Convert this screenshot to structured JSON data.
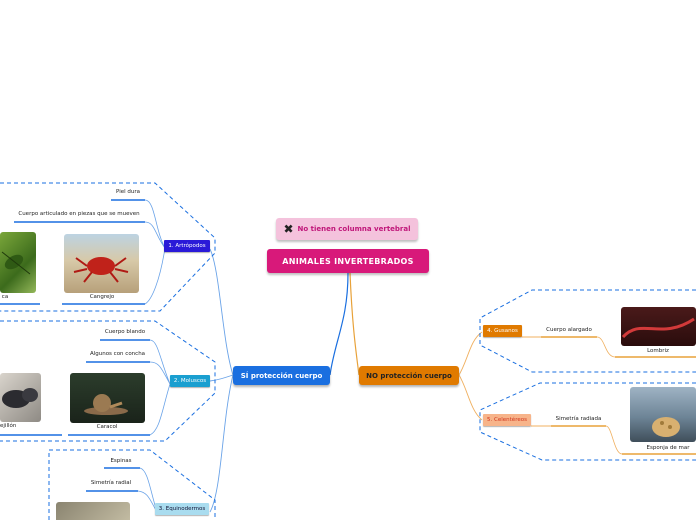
{
  "root": {
    "title": "ANIMALES INVERTEBRADOS"
  },
  "note": {
    "text": "No tienen columna vertebral",
    "icon": "close-icon"
  },
  "left_branch": {
    "label": "SÍ protección cuerpo",
    "color": "#1a6fe0",
    "categories": [
      {
        "label": "1. Artrópodos",
        "color": "#2a1ad8",
        "features": [
          "Piel dura",
          "Cuerpo articulado en piezas que se mueven"
        ],
        "images": [
          "ca",
          "Cangrejo"
        ]
      },
      {
        "label": "2. Moluscos",
        "color": "#1a9fd0",
        "features": [
          "Cuerpo blando",
          "Algunos con concha"
        ],
        "images": [
          "ejillón",
          "Caracol"
        ]
      },
      {
        "label": "3. Equinodermos",
        "color": "#a9dcef",
        "features": [
          "Espinas",
          "Simetría radial"
        ],
        "images": []
      }
    ]
  },
  "right_branch": {
    "label": "NO protección cuerpo",
    "color": "#e07a00",
    "categories": [
      {
        "label": "4. Gusanos",
        "color": "#e07a00",
        "features": [
          "Cuerpo alargado"
        ],
        "images": [
          "Lombriz"
        ]
      },
      {
        "label": "5. Celentéreos",
        "color": "#f7b48a",
        "features": [
          "Simetría radiada"
        ],
        "images": [
          "Esponja de mar"
        ]
      }
    ]
  }
}
